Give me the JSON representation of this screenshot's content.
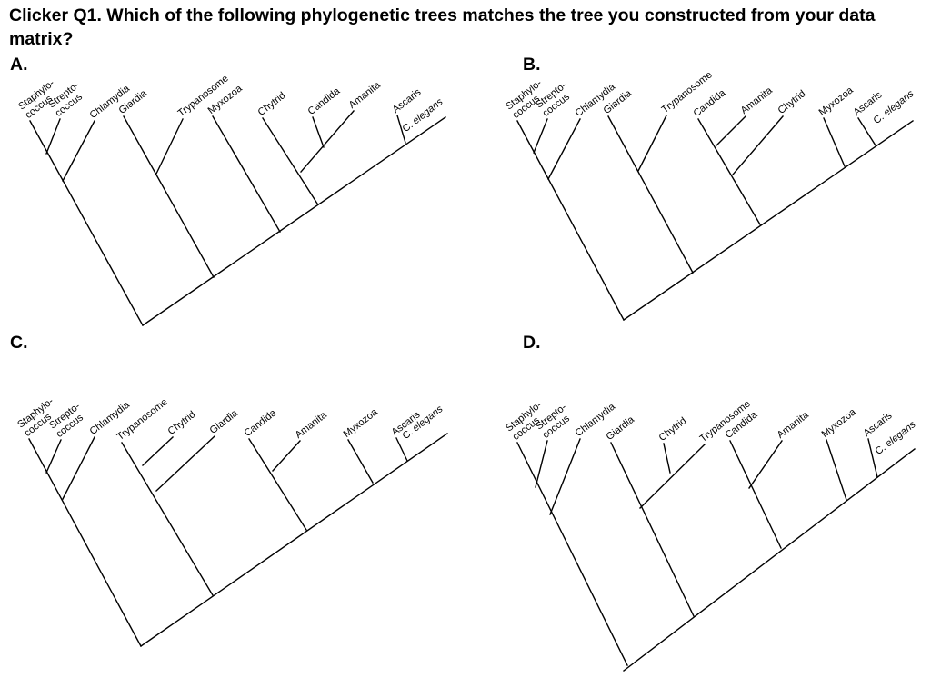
{
  "question": "Clicker Q1. Which of the following phylogenetic trees matches the tree you constructed from your data matrix?",
  "panels": [
    {
      "id": "a",
      "label": "A.",
      "taxa": [
        [
          "Staphylo-",
          "coccus"
        ],
        [
          "Strepto-",
          "coccus"
        ],
        [
          "Chlamydia"
        ],
        [
          "Giardia"
        ],
        [
          "Trypanosome"
        ],
        [
          "Myxozoa"
        ],
        [
          "Chytrid"
        ],
        [
          "Candida"
        ],
        [
          "Amanita"
        ],
        [
          "Ascaris"
        ],
        [
          "C. elegans"
        ]
      ]
    },
    {
      "id": "b",
      "label": "B.",
      "taxa": [
        [
          "Staphylo-",
          "coccus"
        ],
        [
          "Strepto-",
          "coccus"
        ],
        [
          "Chlamydia"
        ],
        [
          "Giardia"
        ],
        [
          "Trypanosome"
        ],
        [
          "Candida"
        ],
        [
          "Amanita"
        ],
        [
          "Chytrid"
        ],
        [
          "Myxozoa"
        ],
        [
          "Ascaris"
        ],
        [
          "C. elegans"
        ]
      ]
    },
    {
      "id": "c",
      "label": "C.",
      "taxa": [
        [
          "Staphylo-",
          "coccus"
        ],
        [
          "Strepto-",
          "coccus"
        ],
        [
          "Chlamydia"
        ],
        [
          "Trypanosome"
        ],
        [
          "Chytrid"
        ],
        [
          "Giardia"
        ],
        [
          "Candida"
        ],
        [
          "Amanita"
        ],
        [
          "Myxozoa"
        ],
        [
          "Ascaris"
        ],
        [
          "C. elegans"
        ]
      ]
    },
    {
      "id": "d",
      "label": "D.",
      "taxa": [
        [
          "Staphylo-",
          "coccus"
        ],
        [
          "Strepto-",
          "coccus"
        ],
        [
          "Chlamydia"
        ],
        [
          "Giardia"
        ],
        [
          "Chytrid"
        ],
        [
          "Trypanosome"
        ],
        [
          "Candida"
        ],
        [
          "Amanita"
        ],
        [
          "Myxozoa"
        ],
        [
          "Ascaris"
        ],
        [
          "C. elegans"
        ]
      ]
    }
  ]
}
